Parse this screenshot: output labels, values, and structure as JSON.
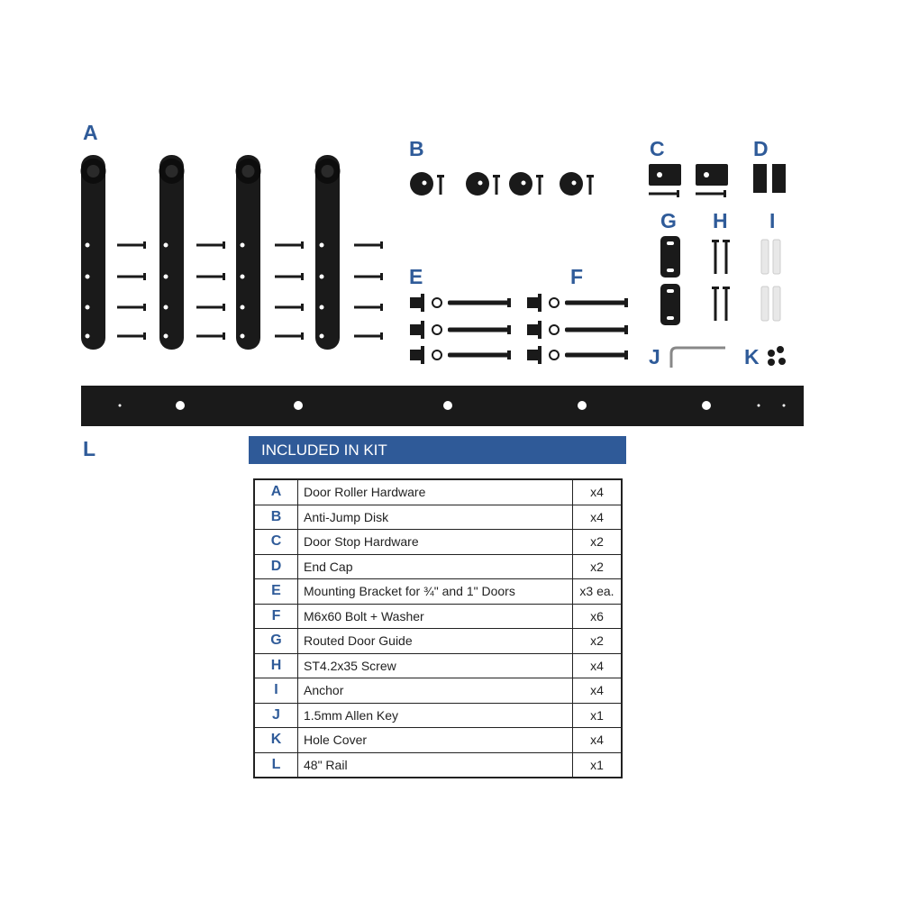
{
  "parts_labels": [
    "A",
    "B",
    "C",
    "D",
    "E",
    "F",
    "G",
    "H",
    "I",
    "J",
    "K",
    "L"
  ],
  "kit": {
    "title": "INCLUDED IN KIT",
    "rows": [
      {
        "key": "A",
        "name": "Door Roller Hardware",
        "qty": "x4"
      },
      {
        "key": "B",
        "name": "Anti-Jump Disk",
        "qty": "x4"
      },
      {
        "key": "C",
        "name": "Door Stop Hardware",
        "qty": "x2"
      },
      {
        "key": "D",
        "name": "End Cap",
        "qty": "x2"
      },
      {
        "key": "E",
        "name": "Mounting Bracket for ¾\" and 1\" Doors",
        "qty": "x3 ea."
      },
      {
        "key": "F",
        "name": "M6x60 Bolt + Washer",
        "qty": "x6"
      },
      {
        "key": "G",
        "name": "Routed Door Guide",
        "qty": "x2"
      },
      {
        "key": "H",
        "name": "ST4.2x35 Screw",
        "qty": "x4"
      },
      {
        "key": "I",
        "name": "Anchor",
        "qty": "x4"
      },
      {
        "key": "J",
        "name": "1.5mm Allen Key",
        "qty": "x1"
      },
      {
        "key": "K",
        "name": "Hole Cover",
        "qty": "x4"
      },
      {
        "key": "L",
        "name": "48\" Rail",
        "qty": "x1"
      }
    ]
  },
  "colors": {
    "accent": "#2f5a98",
    "hardware": "#1a1a1a",
    "anchor": "#e8e8e8"
  }
}
